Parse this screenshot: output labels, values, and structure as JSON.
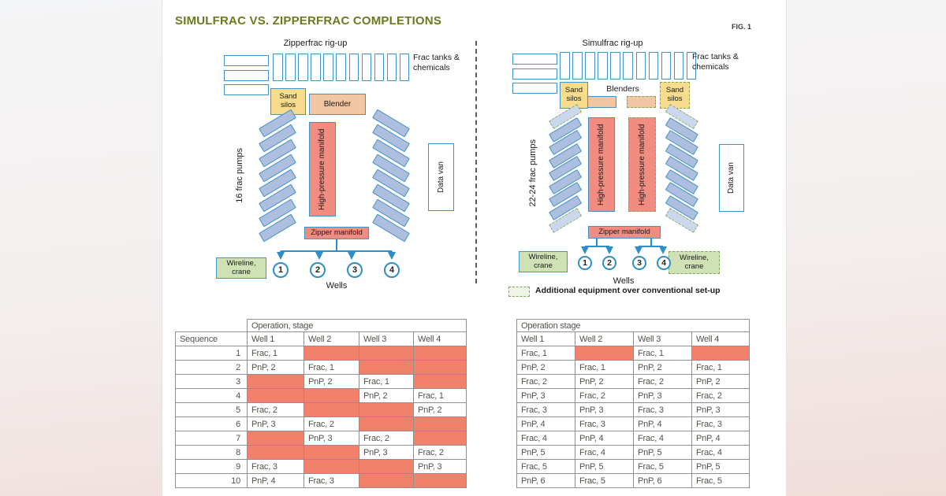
{
  "figure": {
    "title": "SIMULFRAC VS. ZIPPERFRAC COMPLETIONS",
    "fig_label": "FIG. 1",
    "legend_label": "Additional equipment over conventional set-up",
    "wells_label": "Wells",
    "frac_tanks_label": "Frac tanks & chemicals"
  },
  "zipperfrac": {
    "title": "Zipperfrac rig-up",
    "sand_silos_label": "Sand silos",
    "blender_label": "Blender",
    "pumps_label": "16 frac pumps",
    "manifold_label": "High-pressure manifold",
    "data_van_label": "Data van",
    "zipper_manifold_label": "Zipper manifold",
    "wireline_label": "Wireline, crane",
    "wells": [
      "1",
      "2",
      "3",
      "4"
    ],
    "tanks_horizontal": 3,
    "tanks_vertical": 11,
    "pumps_left": {
      "count": 8,
      "dashed": []
    },
    "pumps_right": {
      "count": 8,
      "dashed": []
    }
  },
  "simulfrac": {
    "title": "Simulfrac rig-up",
    "sand_silos_label": "Sand silos",
    "blenders_label": "Blenders",
    "pumps_label": "22-24 frac pumps",
    "manifold_label": "High-pressure manifold",
    "data_van_label": "Data van",
    "zipper_manifold_label": "Zipper manifold",
    "wireline_label": "Wireline, crane",
    "wells_pairs": [
      [
        "1",
        "2"
      ],
      [
        "3",
        "4"
      ]
    ],
    "tanks_horizontal": 3,
    "tanks_vertical": 11,
    "pumps_left": {
      "count": 9,
      "dashed": [
        0,
        8
      ]
    },
    "pumps_right": {
      "count": 9,
      "dashed": [
        0,
        8
      ]
    }
  },
  "zipper_table": {
    "group_header": "Operation, stage",
    "columns": [
      "Sequence",
      "Well 1",
      "Well 2",
      "Well 3",
      "Well 4"
    ],
    "rows": [
      {
        "seq": "1",
        "cells": [
          "Frac, 1",
          null,
          null,
          null
        ]
      },
      {
        "seq": "2",
        "cells": [
          "PnP, 2",
          "Frac, 1",
          null,
          null
        ]
      },
      {
        "seq": "3",
        "cells": [
          null,
          "PnP, 2",
          "Frac, 1",
          null
        ]
      },
      {
        "seq": "4",
        "cells": [
          null,
          null,
          "PnP, 2",
          "Frac, 1"
        ]
      },
      {
        "seq": "5",
        "cells": [
          "Frac, 2",
          null,
          null,
          "PnP, 2"
        ]
      },
      {
        "seq": "6",
        "cells": [
          "PnP, 3",
          "Frac, 2",
          null,
          null
        ]
      },
      {
        "seq": "7",
        "cells": [
          null,
          "PnP, 3",
          "Frac, 2",
          null
        ]
      },
      {
        "seq": "8",
        "cells": [
          null,
          null,
          "PnP, 3",
          "Frac, 2"
        ]
      },
      {
        "seq": "9",
        "cells": [
          "Frac, 3",
          null,
          null,
          "PnP, 3"
        ]
      },
      {
        "seq": "10",
        "cells": [
          "PnP, 4",
          "Frac, 3",
          null,
          null
        ]
      }
    ]
  },
  "simul_table": {
    "group_header": "Operation stage",
    "columns": [
      "Well 1",
      "Well 2",
      "Well 3",
      "Well 4"
    ],
    "rows": [
      [
        "Frac, 1",
        null,
        "Frac, 1",
        null
      ],
      [
        "PnP, 2",
        "Frac, 1",
        "PnP, 2",
        "Frac, 1"
      ],
      [
        "Frac, 2",
        "PnP, 2",
        "Frac, 2",
        "PnP, 2"
      ],
      [
        "PnP, 3",
        "Frac, 2",
        "PnP, 3",
        "Frac, 2"
      ],
      [
        "Frac, 3",
        "PnP, 3",
        "Frac, 3",
        "PnP, 3"
      ],
      [
        "PnP, 4",
        "Frac, 3",
        "PnP, 4",
        "Frac, 3"
      ],
      [
        "Frac, 4",
        "PnP, 4",
        "Frac, 4",
        "PnP, 4"
      ],
      [
        "PnP, 5",
        "Frac, 4",
        "PnP, 5",
        "Frac, 4"
      ],
      [
        "Frac, 5",
        "PnP, 5",
        "Frac, 5",
        "PnP, 5"
      ],
      [
        "PnP, 6",
        "Frac, 5",
        "PnP, 6",
        "Frac, 5"
      ]
    ]
  },
  "colors": {
    "title": "#6B7A1E",
    "pump_fill": "#AEBEDF",
    "pump_border": "#4193C8",
    "extra_fill": "#CBD8EB",
    "extra_border": "#7FA65A",
    "manifold_fill": "#F28B80",
    "sand_fill": "#F6DC8C",
    "blender_fill": "#F3C6A3",
    "wireline_fill": "#CFE1B5",
    "line": "#2E8FC8",
    "table_red": "#F2816B"
  }
}
